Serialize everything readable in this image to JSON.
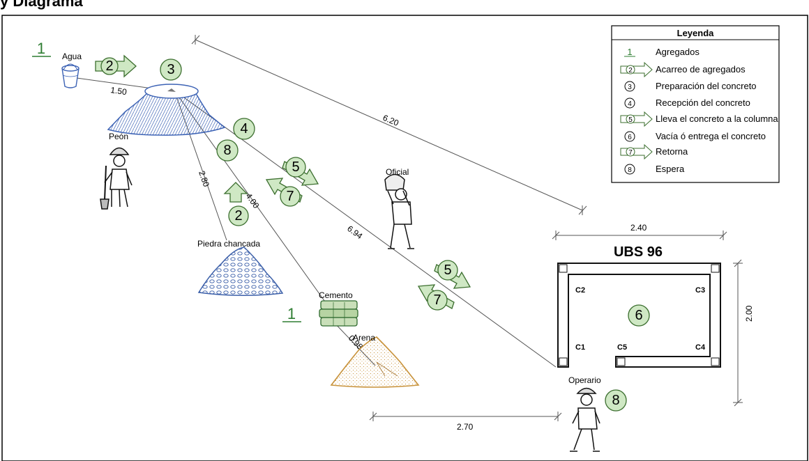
{
  "header_text": "y Diagrama",
  "legend": {
    "title": "Leyenda",
    "items": [
      {
        "symbol": "1",
        "text": "Agregados"
      },
      {
        "symbol": "2",
        "text": "Acarreo de agregados"
      },
      {
        "symbol": "3",
        "text": "Preparación del concreto"
      },
      {
        "symbol": "4",
        "text": "Recepción del concreto"
      },
      {
        "symbol": "5",
        "text": "Lleva el concreto a la columna"
      },
      {
        "symbol": "6",
        "text": "Vacía ó entrega el concreto"
      },
      {
        "symbol": "7",
        "text": "Retorna"
      },
      {
        "symbol": "8",
        "text": "Espera"
      }
    ]
  },
  "labels": {
    "agua": "Agua",
    "peon": "Peón",
    "oficial": "Oficial",
    "piedra": "Piedra chancada",
    "cemento": "Cemento",
    "arena": "Arena",
    "operario": "Operario"
  },
  "structure": {
    "title": "UBS 96",
    "columns": [
      "C1",
      "C2",
      "C3",
      "C4",
      "C5"
    ]
  },
  "distances": {
    "agua_mix": "1.50",
    "diag_top": "6.20",
    "piedra": "2.80",
    "cemento": "4.00",
    "operario": "6.94",
    "arena": "0.98",
    "width": "2.40",
    "height": "2.00",
    "bottom": "2.70"
  },
  "markers": {
    "one": "1",
    "two": "2",
    "three": "3",
    "four": "4",
    "five": "5",
    "six": "6",
    "seven": "7",
    "eight": "8"
  },
  "colors": {
    "marker_fill": "#cfe8c4",
    "marker_stroke": "#3b6e2e",
    "water": "#3d63b5",
    "stone": "#3a5ea8",
    "sand": "#c8923a"
  }
}
